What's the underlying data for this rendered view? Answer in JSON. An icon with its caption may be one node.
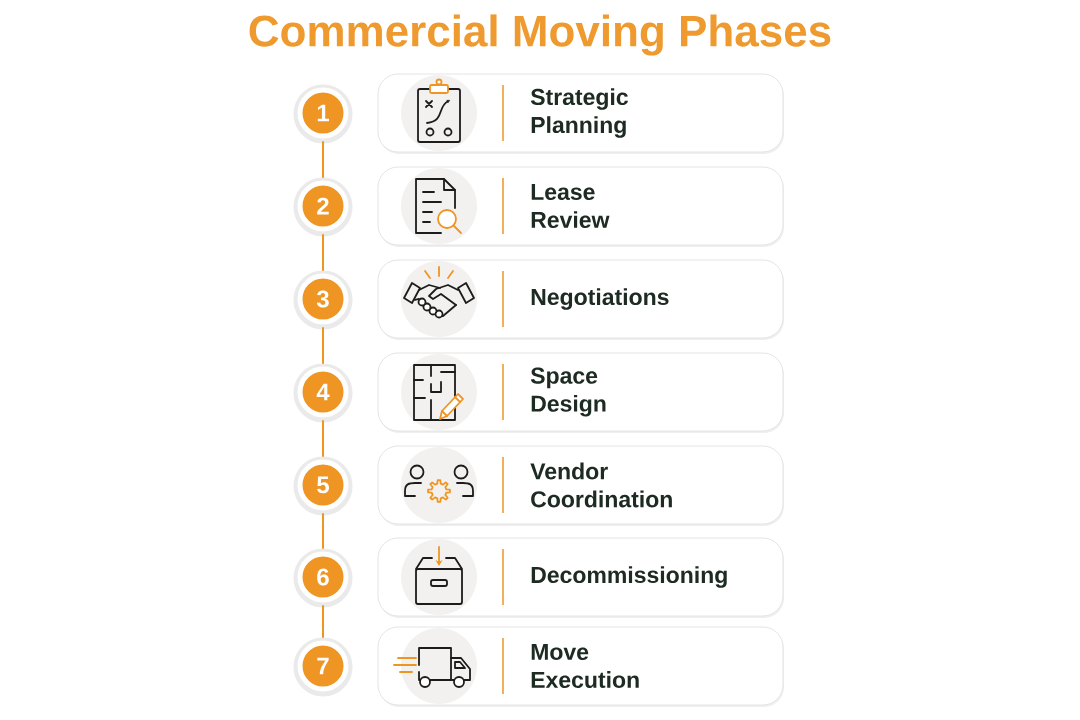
{
  "diagram": {
    "title": "Commercial Moving Phases",
    "nodes": [
      {
        "text": [
          "1"
        ]
      },
      {
        "text": [
          "Strategic Planning"
        ]
      },
      {
        "text": [
          "2"
        ]
      },
      {
        "text": [
          "Lease Review"
        ]
      },
      {
        "text": [
          "3"
        ]
      },
      {
        "text": [
          "Negotiations"
        ]
      },
      {
        "text": [
          "4"
        ]
      },
      {
        "text": [
          "Space Design"
        ]
      },
      {
        "text": [
          "5"
        ]
      },
      {
        "text": [
          "Vendor Coordination"
        ]
      },
      {
        "text": [
          "6"
        ]
      },
      {
        "text": [
          "Decommissioning"
        ]
      },
      {
        "text": [
          "7"
        ]
      },
      {
        "text": [
          "Move Execution"
        ]
      }
    ],
    "edges": [
      {
        "from": 0,
        "to": 2,
        "arrow": "none"
      },
      {
        "from": 2,
        "to": 4,
        "arrow": "none"
      },
      {
        "from": 4,
        "to": 6,
        "arrow": "none"
      },
      {
        "from": 6,
        "to": 8,
        "arrow": "none"
      },
      {
        "from": 8,
        "to": 10,
        "arrow": "none"
      },
      {
        "from": 10,
        "to": 12,
        "arrow": "none"
      }
    ]
  }
}
